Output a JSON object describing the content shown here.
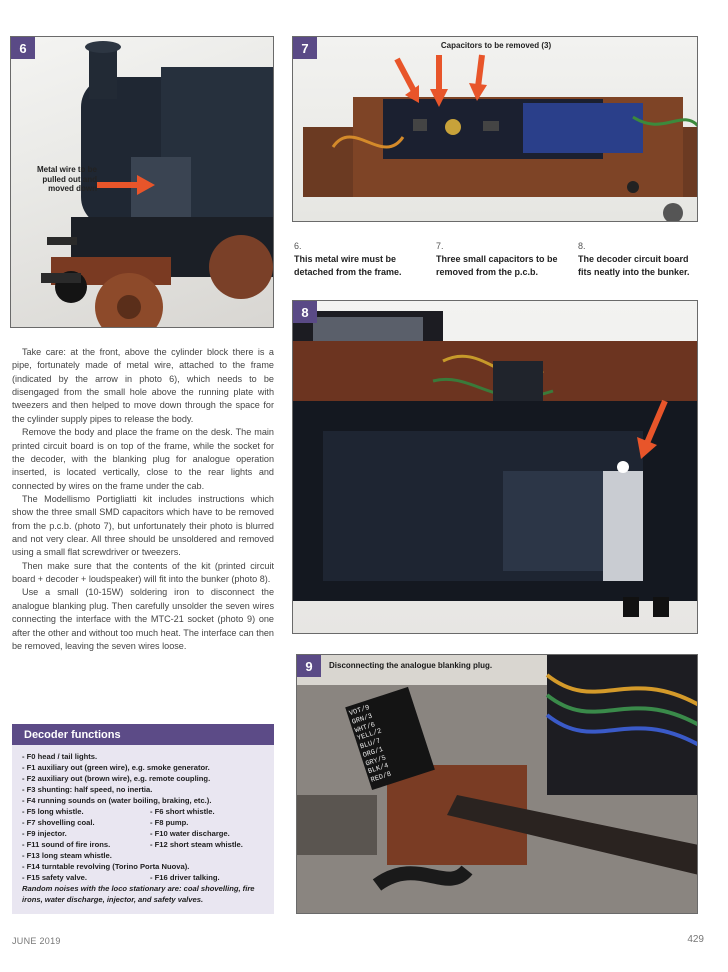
{
  "photos": {
    "p6": {
      "number": "6",
      "label": "Metal wire to be pulled out and moved down"
    },
    "p7": {
      "number": "7",
      "label": "Capacitors to be removed (3)"
    },
    "p8": {
      "number": "8"
    },
    "p9": {
      "number": "9",
      "label": "Disconnecting the analogue blanking plug."
    },
    "p9_wire_labels": [
      "VOT/9",
      "GRN/3",
      "WHT/6",
      "YELL/2",
      "BLU/7",
      "ORG/1",
      "GRY/5",
      "BLK/4",
      "RED/8"
    ]
  },
  "captions": [
    {
      "n": "6.",
      "text": "This metal wire must be detached from the frame."
    },
    {
      "n": "7.",
      "text": "Three small capacitors to be removed from the p.c.b."
    },
    {
      "n": "8.",
      "text": "The decoder circuit board fits neatly into the bunker."
    }
  ],
  "body": {
    "p1": "Take care: at the front, above the cylinder block there is a pipe, fortunately made of metal wire, attached to the frame (indicated by the arrow in photo 6), which needs to be disengaged from the small hole above the running plate with tweezers and then helped to move down through the space for the cylinder supply pipes to release the body.",
    "p2": "Remove the body and place the frame on the desk. The main printed circuit board is on top of the frame, while the socket for the decoder, with the blanking plug for analogue operation inserted, is located vertically, close to the rear lights and connected by wires on the frame under the cab.",
    "p3": "The Modellismo Portigliatti kit includes instructions which show the three small SMD capacitors which have to be removed from the p.c.b. (photo 7), but unfortunately their photo is blurred and not very clear. All three should be unsoldered and removed using a small flat screwdriver or tweezers.",
    "p4": "Then make sure that the contents of the kit (printed circuit board + decoder + loudspeaker) will fit into the bunker (photo 8).",
    "p5": "Use a small (10-15W) soldering iron to disconnect the analogue blanking plug. Then carefully unsolder the seven wires connecting the interface with the MTC-21 socket (photo 9) one after the other and without too much heat. The interface can then be removed, leaving the seven wires loose."
  },
  "decoder_box": {
    "title": "Decoder functions",
    "rows": [
      [
        "- F0   head / tail lights.",
        ""
      ],
      [
        "- F1   auxiliary out (green wire), e.g. smoke generator.",
        ""
      ],
      [
        "- F2   auxiliary out (brown wire), e.g. remote coupling.",
        ""
      ],
      [
        "- F3   shunting: half speed, no inertia.",
        ""
      ],
      [
        "- F4   running sounds on (water boiling, braking, etc.).",
        ""
      ],
      [
        "- F5   long whistle.",
        "- F6   short whistle."
      ],
      [
        "- F7   shovelling coal.",
        "- F8   pump."
      ],
      [
        "- F9   injector.",
        "- F10   water discharge."
      ],
      [
        "- F11   sound of fire irons.",
        "- F12   short steam whistle."
      ],
      [
        "- F13   long steam whistle.",
        ""
      ],
      [
        "- F14   turntable revolving (Torino Porta Nuova).",
        ""
      ],
      [
        "- F15   safety valve.",
        "- F16   driver talking."
      ]
    ],
    "note": "Random noises with the loco stationary are: coal shovelling, fire irons, water discharge, injector, and safety valves."
  },
  "footer": {
    "left": "JUNE 2019",
    "right": "429"
  },
  "colors": {
    "accent": "#5c4b87",
    "arrow": "#e8552a"
  }
}
